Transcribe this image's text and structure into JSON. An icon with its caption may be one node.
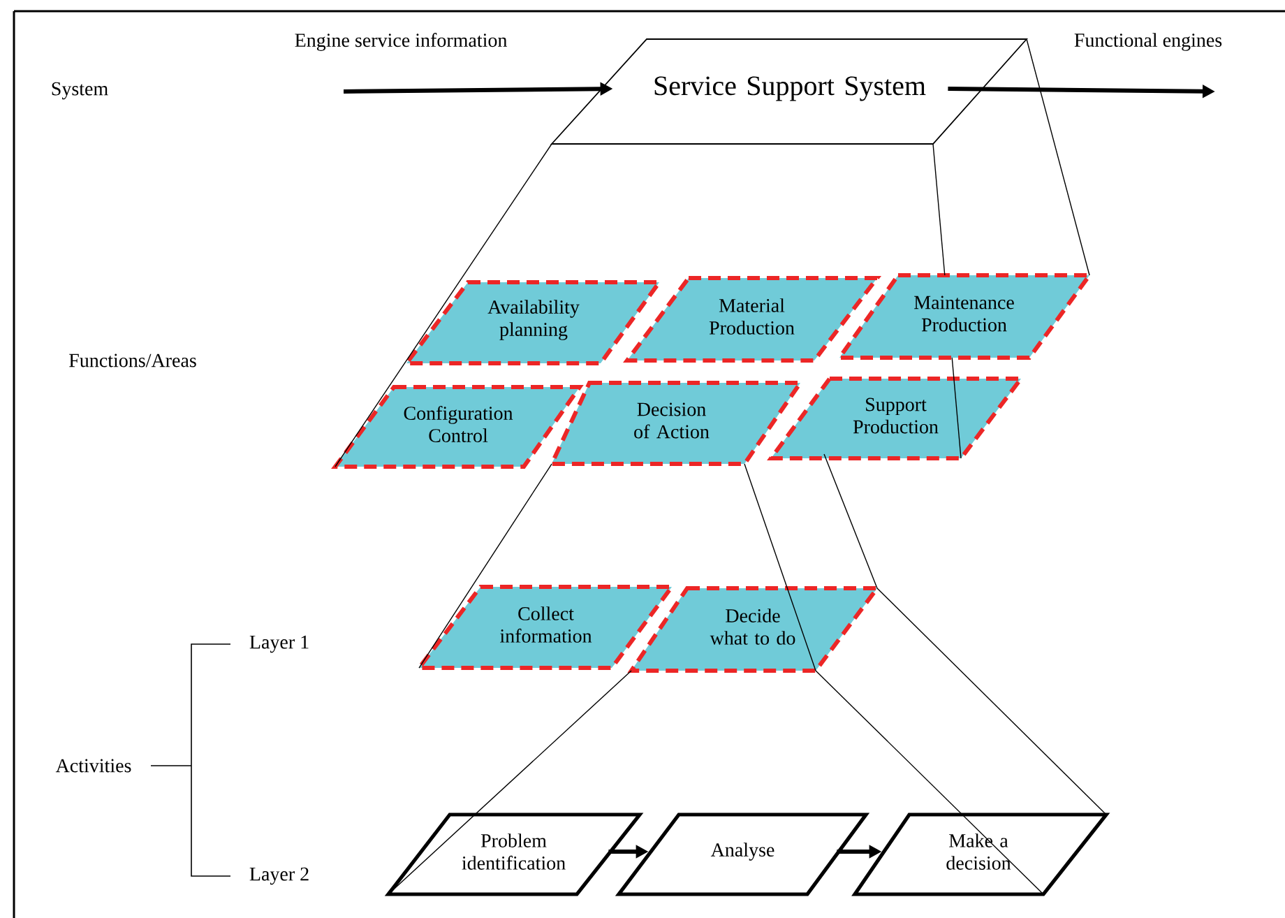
{
  "diagram": {
    "nodes": [
      {
        "text": [
          "Service Support System"
        ]
      },
      {
        "text": [
          "Availability planning"
        ]
      },
      {
        "text": [
          "Material Production"
        ]
      },
      {
        "text": [
          "Maintenance Production"
        ]
      },
      {
        "text": [
          "Configuration Control"
        ]
      },
      {
        "text": [
          "Decision of Action"
        ]
      },
      {
        "text": [
          "Support Production"
        ]
      },
      {
        "text": [
          "Collect information"
        ]
      },
      {
        "text": [
          "Decide what to do"
        ]
      },
      {
        "text": [
          "Problem identification"
        ]
      },
      {
        "text": [
          "Analyse"
        ]
      },
      {
        "text": [
          "Make a decision"
        ]
      }
    ],
    "edges": [
      {
        "from": null,
        "to": 0,
        "arrow": "to",
        "style": "thick"
      },
      {
        "from": 0,
        "to": null,
        "arrow": "to",
        "style": "thick"
      },
      {
        "from": 9,
        "to": 10,
        "arrow": "to",
        "style": "thick"
      },
      {
        "from": 10,
        "to": 11,
        "arrow": "to",
        "style": "thick"
      },
      {
        "from": 0,
        "to": 4,
        "arrow": "none"
      },
      {
        "from": 0,
        "to": 3,
        "arrow": "none"
      },
      {
        "from": 0,
        "to": 3,
        "arrow": "none"
      },
      {
        "from": 5,
        "to": 7,
        "arrow": "none"
      },
      {
        "from": 5,
        "to": 8,
        "arrow": "none"
      },
      {
        "from": 6,
        "to": 8,
        "arrow": "none"
      },
      {
        "from": 8,
        "to": 9,
        "arrow": "none"
      },
      {
        "from": 8,
        "to": 11,
        "arrow": "none"
      },
      {
        "from": 8,
        "to": 11,
        "arrow": "none"
      },
      {
        "from": 3,
        "to": 6,
        "arrow": "none"
      }
    ],
    "labels": [
      "Engine service information",
      "Functional engines",
      "System",
      "Functions/Areas",
      "Layer 1",
      "Activities",
      "Layer 2"
    ]
  }
}
